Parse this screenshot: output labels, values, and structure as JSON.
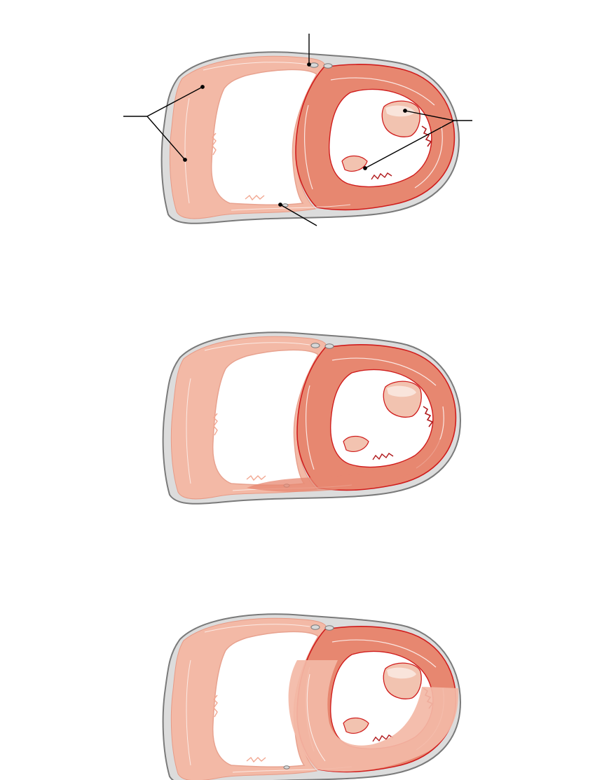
{
  "diagram": {
    "sections": [
      {
        "id": "heart-section-1",
        "labeled": true
      },
      {
        "id": "heart-section-2",
        "labeled": false
      },
      {
        "id": "heart-section-3",
        "labeled": false
      }
    ],
    "colors": {
      "background": "#ffffff",
      "pericardium_fill": "#dcdcdc",
      "pericardium_outline": "#7a7a7a",
      "right_ventricle_wall": "#f3b9a6",
      "right_ventricle_light": "#f8d3c5",
      "left_ventricle_wall": "#e78770",
      "left_ventricle_deep": "#dd6f57",
      "myocardium_edge": "#d01d1d",
      "trabeculae_dark": "#b0191c",
      "papillary_muscle": "#f2c3b0",
      "fiber_streak": "#ffffff",
      "leader_line": "#000000"
    },
    "icons": [
      "heart-cross-section"
    ]
  }
}
